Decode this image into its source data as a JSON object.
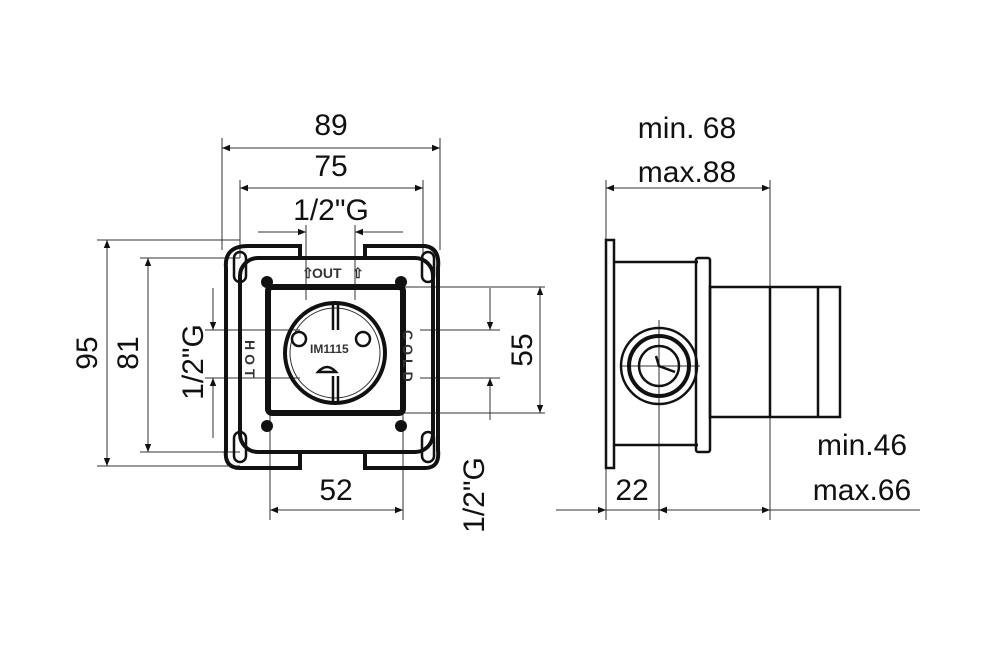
{
  "front_view": {
    "width_outer": "89",
    "width_mid": "75",
    "outlet_thread": "1/2\"G",
    "height_outer": "95",
    "height_mid": "81",
    "left_thread": "1/2\"G",
    "inlet_spacing": "55",
    "right_thread": "1/2\"G",
    "bottom_width": "52",
    "label_out": "OUT",
    "label_hot": "HOT",
    "label_cold": "COLD",
    "model": "IM1115"
  },
  "side_view": {
    "depth_min": "min. 68",
    "depth_max": "max.88",
    "offset": "22",
    "ext_min": "min.46",
    "ext_max": "max.66"
  }
}
